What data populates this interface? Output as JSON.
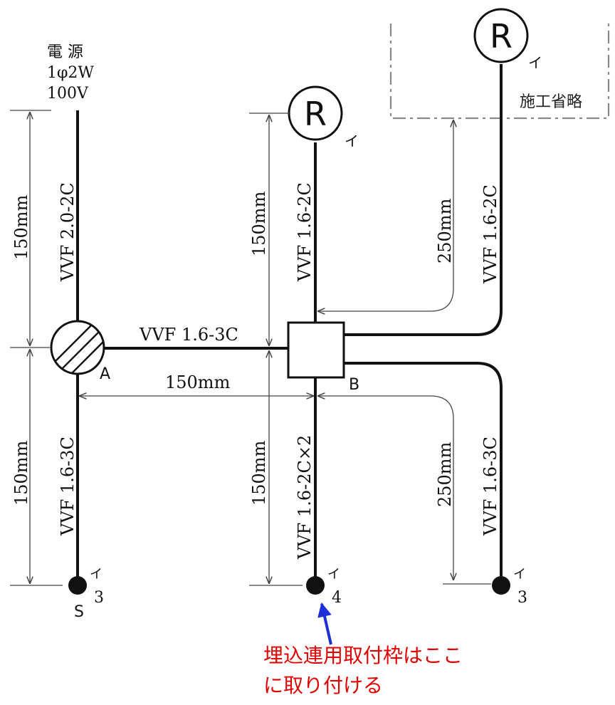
{
  "power_source": {
    "line1": "電 源",
    "line2": "1φ2W",
    "line3": "100V"
  },
  "cables": {
    "source_to_a": "VVF 2.0-2C",
    "a_to_b": "VVF 1.6-3C",
    "b_to_light1": "VVF 1.6-2C",
    "b_to_light2": "VVF 1.6-2C",
    "a_to_switch": "VVF 1.6-3C",
    "b_to_outlet_switch": "VVF 1.6-2C×2",
    "b_to_switch_right": "VVF 1.6-3C"
  },
  "dimensions": {
    "left_upper": "150mm",
    "left_lower": "150mm",
    "horizontal_ab": "150mm",
    "center_upper": "150mm",
    "center_lower": "150mm",
    "right_upper": "250mm",
    "right_lower": "250mm"
  },
  "nodes": {
    "junction_a": "A",
    "box_b": "B",
    "light1_symbol": "R",
    "light1_tag": "イ",
    "light2_symbol": "R",
    "light2_tag": "イ",
    "omitted": "施工省略",
    "switch_left_tag": "イ",
    "switch_left_num": "3",
    "switch_left_label": "S",
    "switch_center_tag": "イ",
    "switch_center_num": "4",
    "switch_right_tag": "イ",
    "switch_right_num": "3"
  },
  "note": {
    "line1": "埋込連用取付枠はここ",
    "line2": "に取り付ける"
  },
  "colors": {
    "line": "#111111",
    "dim": "#444444",
    "note_text": "#e00000",
    "note_arrow": "#1d2fd6",
    "omit_border": "#888888"
  }
}
